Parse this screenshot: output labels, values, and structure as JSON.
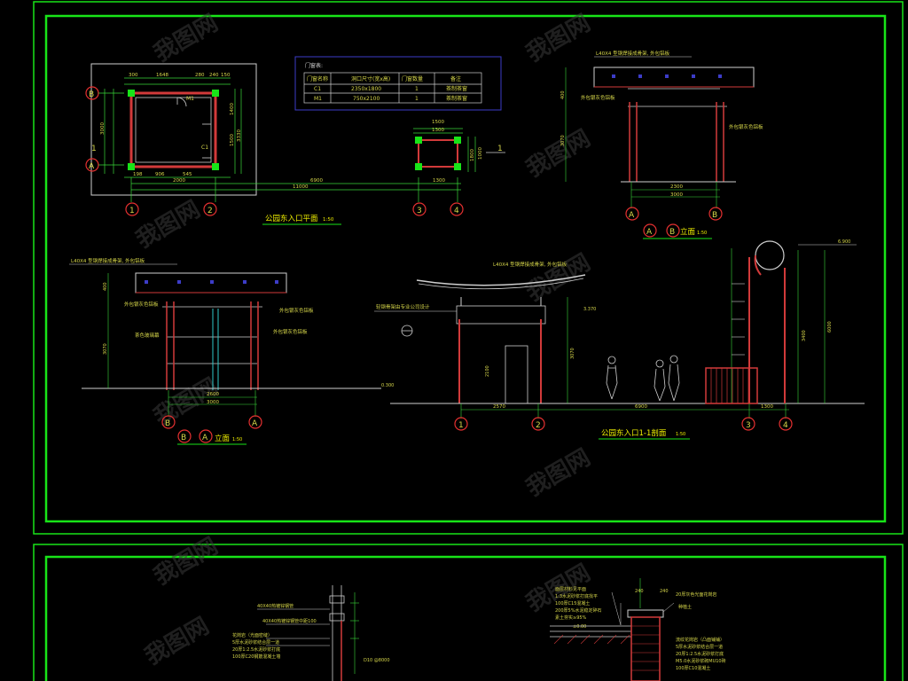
{
  "colors": {
    "background": "#000000",
    "frame": "#18e418",
    "outline_white": "#e6e6e6",
    "wall_red": "#d23a3a",
    "dim_green": "#39d739",
    "label_yellow": "#d6d64a",
    "title_yellow": "#f0f000",
    "blue_table": "#3c3cc8",
    "cyan": "#30c8c8",
    "axis_red": "#e43030"
  },
  "watermark": "我图网",
  "plan": {
    "title": "公园东入口平面",
    "scale": "1:50",
    "axes_rows": [
      "B",
      "A"
    ],
    "axes_cols": [
      "1",
      "2",
      "3",
      "4"
    ],
    "door_labels": [
      "M1",
      "C1"
    ],
    "top_dims": [
      "300",
      "1648",
      "280",
      "240",
      "150"
    ],
    "side_dims": [
      "3000",
      "1400",
      "1500",
      "3330"
    ],
    "bottom_dims": [
      "198",
      "906",
      "545",
      "2000",
      "6900",
      "11000",
      "1300"
    ],
    "pavilion_dims": [
      "1500",
      "1300",
      "1800",
      "1000"
    ],
    "section_mark": "1"
  },
  "schedule": {
    "title": "门窗表:",
    "headers": [
      "门窗名称",
      "洞口尺寸(宽x高)",
      "门窗数量",
      "备注"
    ],
    "rows": [
      [
        "C1",
        "2350x1800",
        "1",
        "茶制茶窗"
      ],
      [
        "M1",
        "750x2100",
        "1",
        "茶制茶窗"
      ]
    ]
  },
  "elev_ab": {
    "title": "立面",
    "scale": "1:50",
    "axis_from": "A",
    "axis_to": "B",
    "labels": [
      "L40X4 型钢焊接成骨架, 外包铝板",
      "外包银灰色铝板",
      "外包银灰色铝板"
    ],
    "dims": [
      "2300",
      "3000",
      "3070",
      "400"
    ]
  },
  "elev_ba": {
    "title": "立面",
    "scale": "1:50",
    "axis_from": "B",
    "axis_to": "A",
    "labels": [
      "L40X4 型钢焊接成骨架, 外包铝板",
      "外包银灰色铝板",
      "外包银灰色铝板",
      "外包银灰色铝板",
      "茶色玻璃幕"
    ],
    "dims": [
      "2600",
      "3000",
      "3070",
      "400"
    ],
    "level": "0.300"
  },
  "section": {
    "title": "公园东入口1-1剖面",
    "scale": "1:50",
    "labels": [
      "L40X4 型钢焊接成骨架, 外包铝板",
      "轻钢骨架由专业公司设计"
    ],
    "dims": [
      "2570",
      "6900",
      "1300",
      "3070",
      "2100",
      "3400",
      "6000"
    ],
    "levels": [
      "3.370",
      "6.900"
    ],
    "axes": [
      "1",
      "2",
      "3",
      "4"
    ]
  },
  "details": {
    "left_labels": [
      "40X40热镀锌钢管",
      "40X40热镀锌钢管中距100",
      "花岗岩（光面密缝）",
      "5厚水泥砂浆结合层一道",
      "20厚1:2.5水泥砂浆打底",
      "100厚C20钢筋混凝土墙",
      "D10 @8000"
    ],
    "right_labels": [
      "面层材料见平面",
      "1:3水泥砂浆打底找平",
      "100厚C15混凝土",
      "200厚5%水泥稳定碎石",
      "素土夯实≥95%",
      "20厚灰色光面花岗岩",
      "种植土",
      "流纹花岗岩（凸面铺铺）",
      "5厚水泥砂浆结合层一道",
      "20厚1:2.5水泥砂浆打底",
      "M5.0水泥砂浆砌MU10砖",
      "100厚C10混凝土"
    ],
    "dims": [
      "240",
      "240",
      "±0.00"
    ]
  }
}
